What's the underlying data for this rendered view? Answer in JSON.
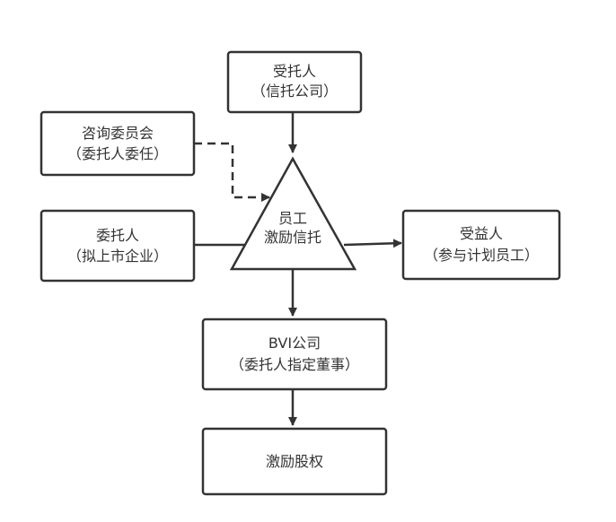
{
  "diagram": {
    "trustee": {
      "line1": "受托人",
      "line2": "（信托公司）"
    },
    "committee": {
      "line1": "咨询委员会",
      "line2": "（委托人委任）"
    },
    "settlor": {
      "line1": "委托人",
      "line2": "（拟上市企业）"
    },
    "center": {
      "line1": "员工",
      "line2": "激励信托"
    },
    "beneficiary": {
      "line1": "受益人",
      "line2": "（参与计划员工）"
    },
    "bvi": {
      "line1": "BVI公司",
      "line2": "（委托人指定董事）"
    },
    "equity": {
      "line1": "激励股权"
    }
  }
}
